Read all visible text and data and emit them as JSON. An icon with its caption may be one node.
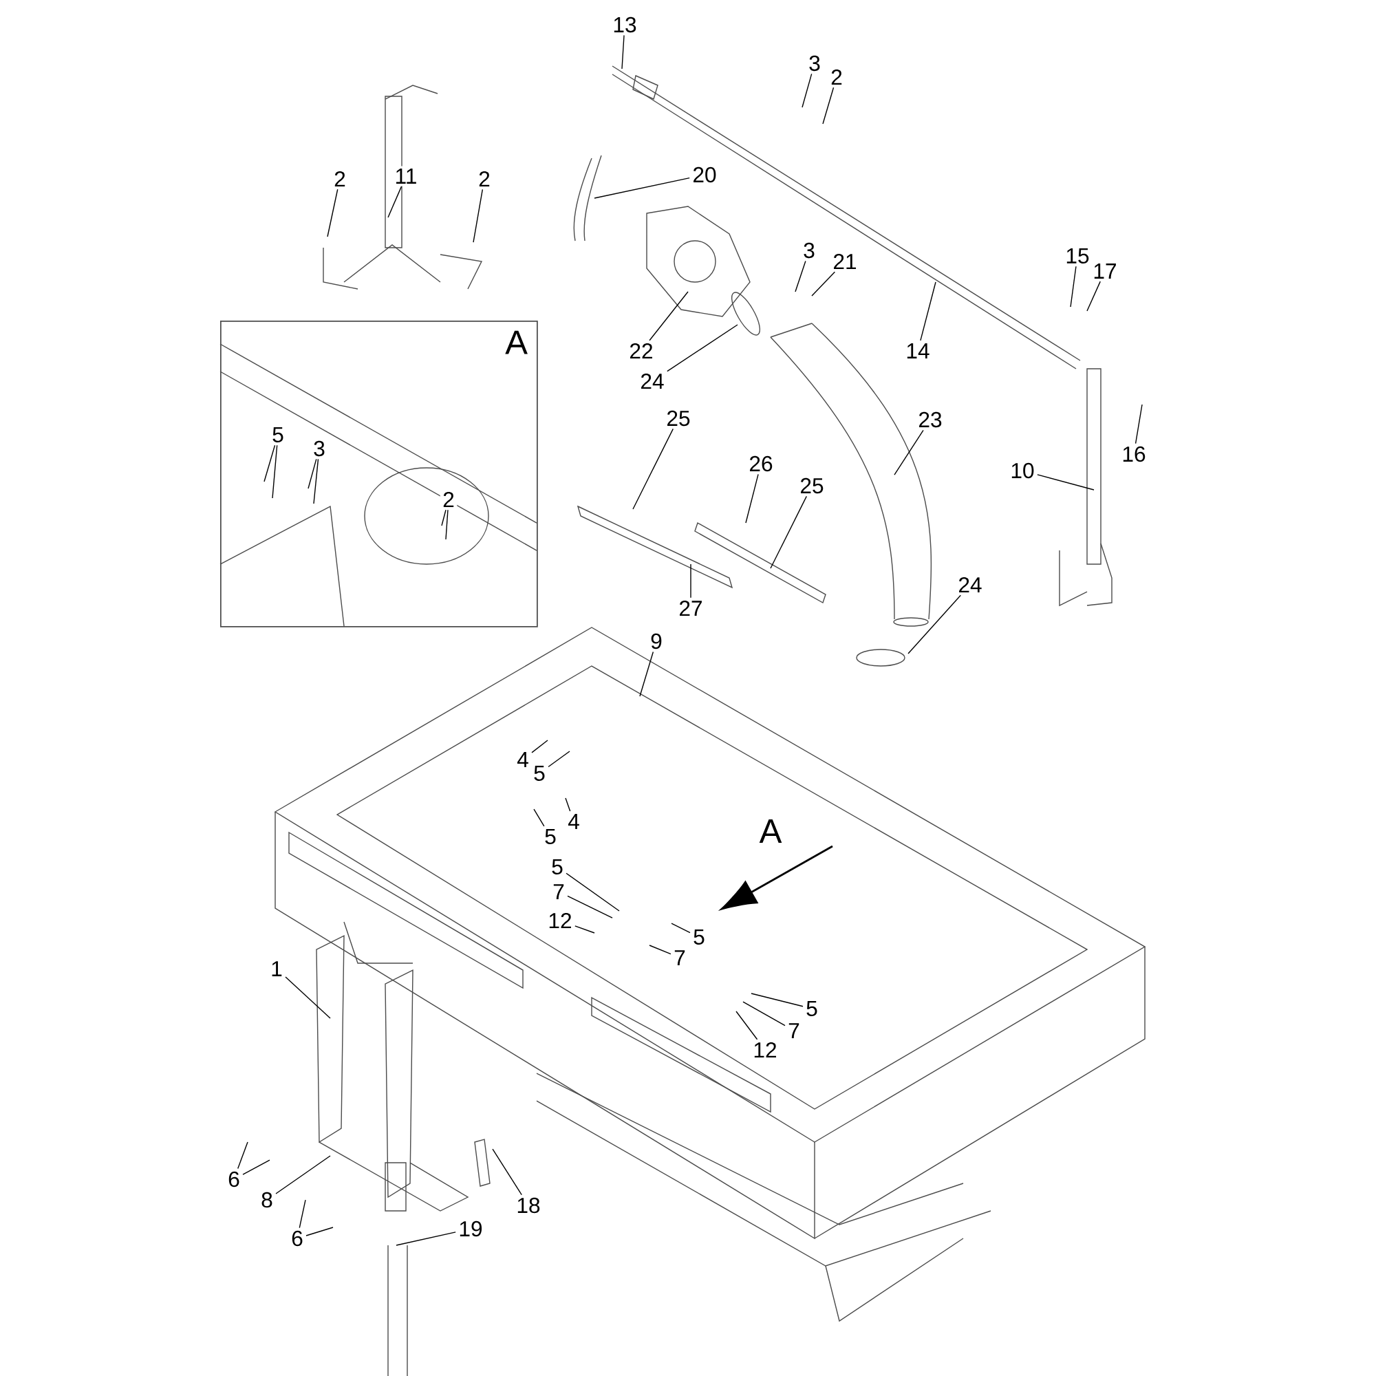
{
  "diagram": {
    "nodes": [
      {
        "text": [
          "2"
        ]
      },
      {
        "text": [
          "11"
        ]
      },
      {
        "text": [
          "2"
        ]
      },
      {
        "text": [
          "13"
        ]
      },
      {
        "text": [
          "3"
        ]
      },
      {
        "text": [
          "2"
        ]
      },
      {
        "text": [
          "20"
        ]
      },
      {
        "text": [
          "3"
        ]
      },
      {
        "text": [
          "21"
        ]
      },
      {
        "text": [
          "15"
        ]
      },
      {
        "text": [
          "17"
        ]
      },
      {
        "text": [
          "22"
        ]
      },
      {
        "text": [
          "14"
        ]
      },
      {
        "text": [
          "24"
        ]
      },
      {
        "text": [
          "A"
        ]
      },
      {
        "text": [
          "5"
        ],
        "in": 14
      },
      {
        "text": [
          "3"
        ],
        "in": 14
      },
      {
        "text": [
          "2"
        ],
        "in": 14
      },
      {
        "text": [
          "25"
        ]
      },
      {
        "text": [
          "23"
        ]
      },
      {
        "text": [
          "16"
        ]
      },
      {
        "text": [
          "26"
        ]
      },
      {
        "text": [
          "10"
        ]
      },
      {
        "text": [
          "25"
        ]
      },
      {
        "text": [
          "24"
        ]
      },
      {
        "text": [
          "27"
        ]
      },
      {
        "text": [
          "9"
        ]
      },
      {
        "text": [
          "4"
        ]
      },
      {
        "text": [
          "5"
        ]
      },
      {
        "text": [
          "4"
        ]
      },
      {
        "text": [
          "5"
        ]
      },
      {
        "text": [
          "5"
        ]
      },
      {
        "text": [
          "7"
        ]
      },
      {
        "text": [
          "12"
        ]
      },
      {
        "text": [
          "5"
        ]
      },
      {
        "text": [
          "7"
        ]
      },
      {
        "text": [
          "1"
        ]
      },
      {
        "text": [
          "5"
        ]
      },
      {
        "text": [
          "7"
        ]
      },
      {
        "text": [
          "12"
        ]
      },
      {
        "text": [
          "6"
        ]
      },
      {
        "text": [
          "8"
        ]
      },
      {
        "text": [
          "18"
        ]
      },
      {
        "text": [
          "19"
        ]
      },
      {
        "text": [
          "6"
        ]
      }
    ],
    "edges": [
      {
        "from": 0,
        "to": null,
        "arrow": "none"
      },
      {
        "from": 1,
        "to": null,
        "arrow": "none"
      },
      {
        "from": 2,
        "to": null,
        "arrow": "none"
      },
      {
        "from": 3,
        "to": null,
        "arrow": "none"
      },
      {
        "from": 4,
        "to": null,
        "arrow": "none"
      },
      {
        "from": 5,
        "to": null,
        "arrow": "none"
      },
      {
        "from": 6,
        "to": null,
        "arrow": "none"
      },
      {
        "from": 7,
        "to": null,
        "arrow": "none"
      },
      {
        "from": 8,
        "to": null,
        "arrow": "none"
      },
      {
        "from": 9,
        "to": null,
        "arrow": "none"
      },
      {
        "from": 10,
        "to": null,
        "arrow": "none"
      },
      {
        "from": 11,
        "to": null,
        "arrow": "none"
      },
      {
        "from": 12,
        "to": null,
        "arrow": "none"
      },
      {
        "from": 13,
        "to": null,
        "arrow": "none"
      },
      {
        "from": 15,
        "to": null,
        "arrow": "none"
      },
      {
        "from": 15,
        "to": null,
        "arrow": "none"
      },
      {
        "from": 16,
        "to": null,
        "arrow": "none"
      },
      {
        "from": 16,
        "to": null,
        "arrow": "none"
      },
      {
        "from": 17,
        "to": null,
        "arrow": "none"
      },
      {
        "from": 17,
        "to": null,
        "arrow": "none"
      },
      {
        "from": 18,
        "to": null,
        "arrow": "none"
      },
      {
        "from": 19,
        "to": null,
        "arrow": "none"
      },
      {
        "from": 20,
        "to": null,
        "arrow": "none"
      },
      {
        "from": 21,
        "to": null,
        "arrow": "none"
      },
      {
        "from": 22,
        "to": null,
        "arrow": "none"
      },
      {
        "from": 23,
        "to": null,
        "arrow": "none"
      },
      {
        "from": 24,
        "to": null,
        "arrow": "none"
      },
      {
        "from": 25,
        "to": null,
        "arrow": "none"
      },
      {
        "from": 26,
        "to": null,
        "arrow": "none"
      },
      {
        "from": 27,
        "to": null,
        "arrow": "none"
      },
      {
        "from": 28,
        "to": null,
        "arrow": "none"
      },
      {
        "from": 29,
        "to": null,
        "arrow": "none"
      },
      {
        "from": 30,
        "to": null,
        "arrow": "none"
      },
      {
        "from": 31,
        "to": null,
        "arrow": "none"
      },
      {
        "from": 32,
        "to": null,
        "arrow": "none"
      },
      {
        "from": 33,
        "to": null,
        "arrow": "none"
      },
      {
        "from": 34,
        "to": null,
        "arrow": "none"
      },
      {
        "from": 35,
        "to": null,
        "arrow": "none"
      },
      {
        "from": 36,
        "to": null,
        "arrow": "none"
      },
      {
        "from": 37,
        "to": null,
        "arrow": "none"
      },
      {
        "from": 38,
        "to": null,
        "arrow": "none"
      },
      {
        "from": 39,
        "to": null,
        "arrow": "none"
      },
      {
        "from": 40,
        "to": null,
        "arrow": "none"
      },
      {
        "from": 40,
        "to": null,
        "arrow": "none"
      },
      {
        "from": 41,
        "to": null,
        "arrow": "none"
      },
      {
        "from": 42,
        "to": null,
        "arrow": "none"
      },
      {
        "from": 43,
        "to": null,
        "arrow": "none"
      },
      {
        "from": 44,
        "to": null,
        "arrow": "none"
      },
      {
        "from": 44,
        "to": null,
        "arrow": "none"
      }
    ],
    "labels": [
      "A"
    ]
  }
}
